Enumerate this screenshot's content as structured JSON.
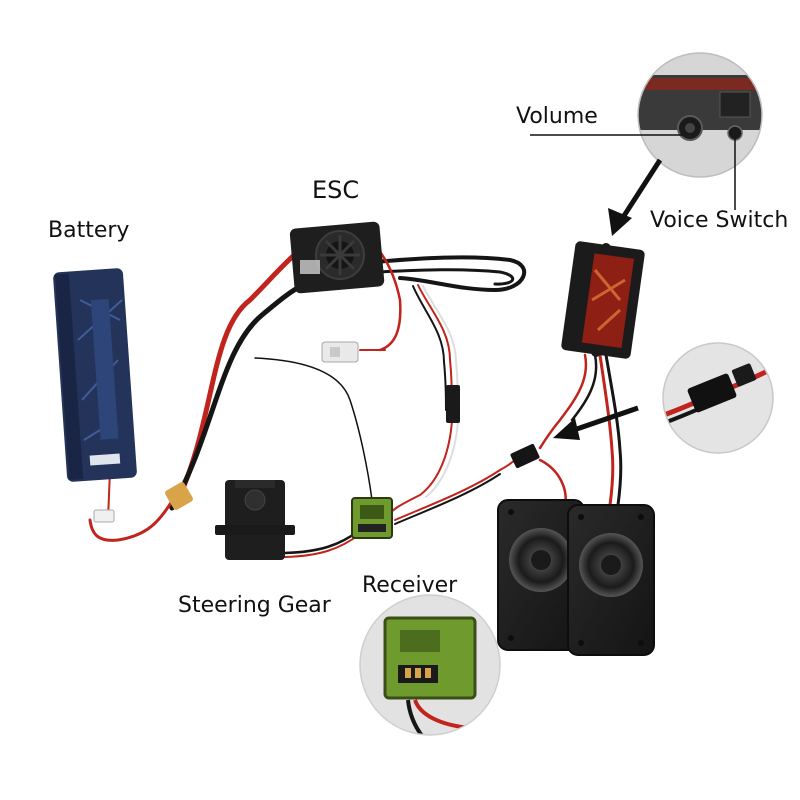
{
  "labels": {
    "battery": "Battery",
    "esc": "ESC",
    "volume": "Volume",
    "voice_switch": "Voice Switch",
    "receiver": "Receiver",
    "steering_gear": "Steering Gear"
  },
  "colors": {
    "wire_red": "#c0241c",
    "wire_black": "#151515",
    "wire_white": "#dedede",
    "plastic_dark": "#1e1e1e",
    "receiver_green": "#6f9a2e",
    "battery_blue": "#23335a",
    "connector_yellow": "#d9a34a",
    "background": "#ffffff"
  }
}
